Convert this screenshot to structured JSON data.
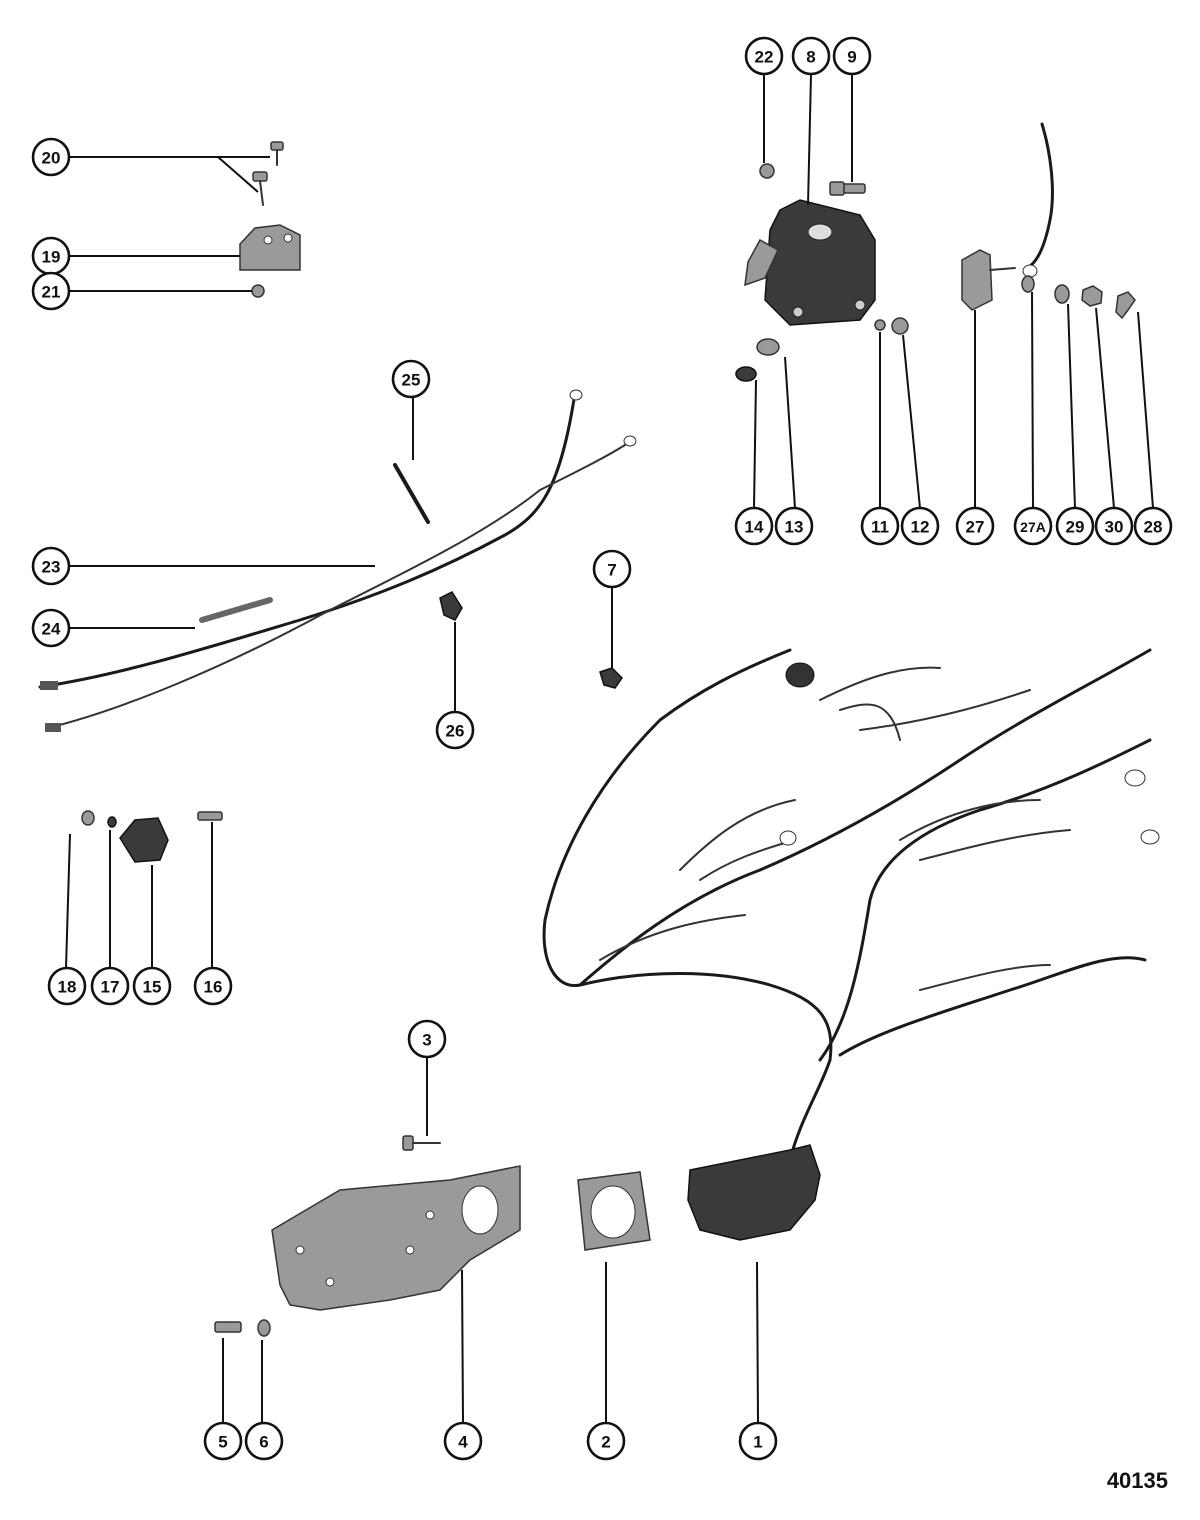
{
  "drawing_number": "40135",
  "callouts": [
    "1",
    "2",
    "3",
    "4",
    "5",
    "6",
    "7",
    "8",
    "9",
    "11",
    "12",
    "13",
    "14",
    "15",
    "16",
    "17",
    "18",
    "19",
    "20",
    "21",
    "22",
    "23",
    "24",
    "25",
    "26",
    "27",
    "27A",
    "28",
    "29",
    "30"
  ]
}
